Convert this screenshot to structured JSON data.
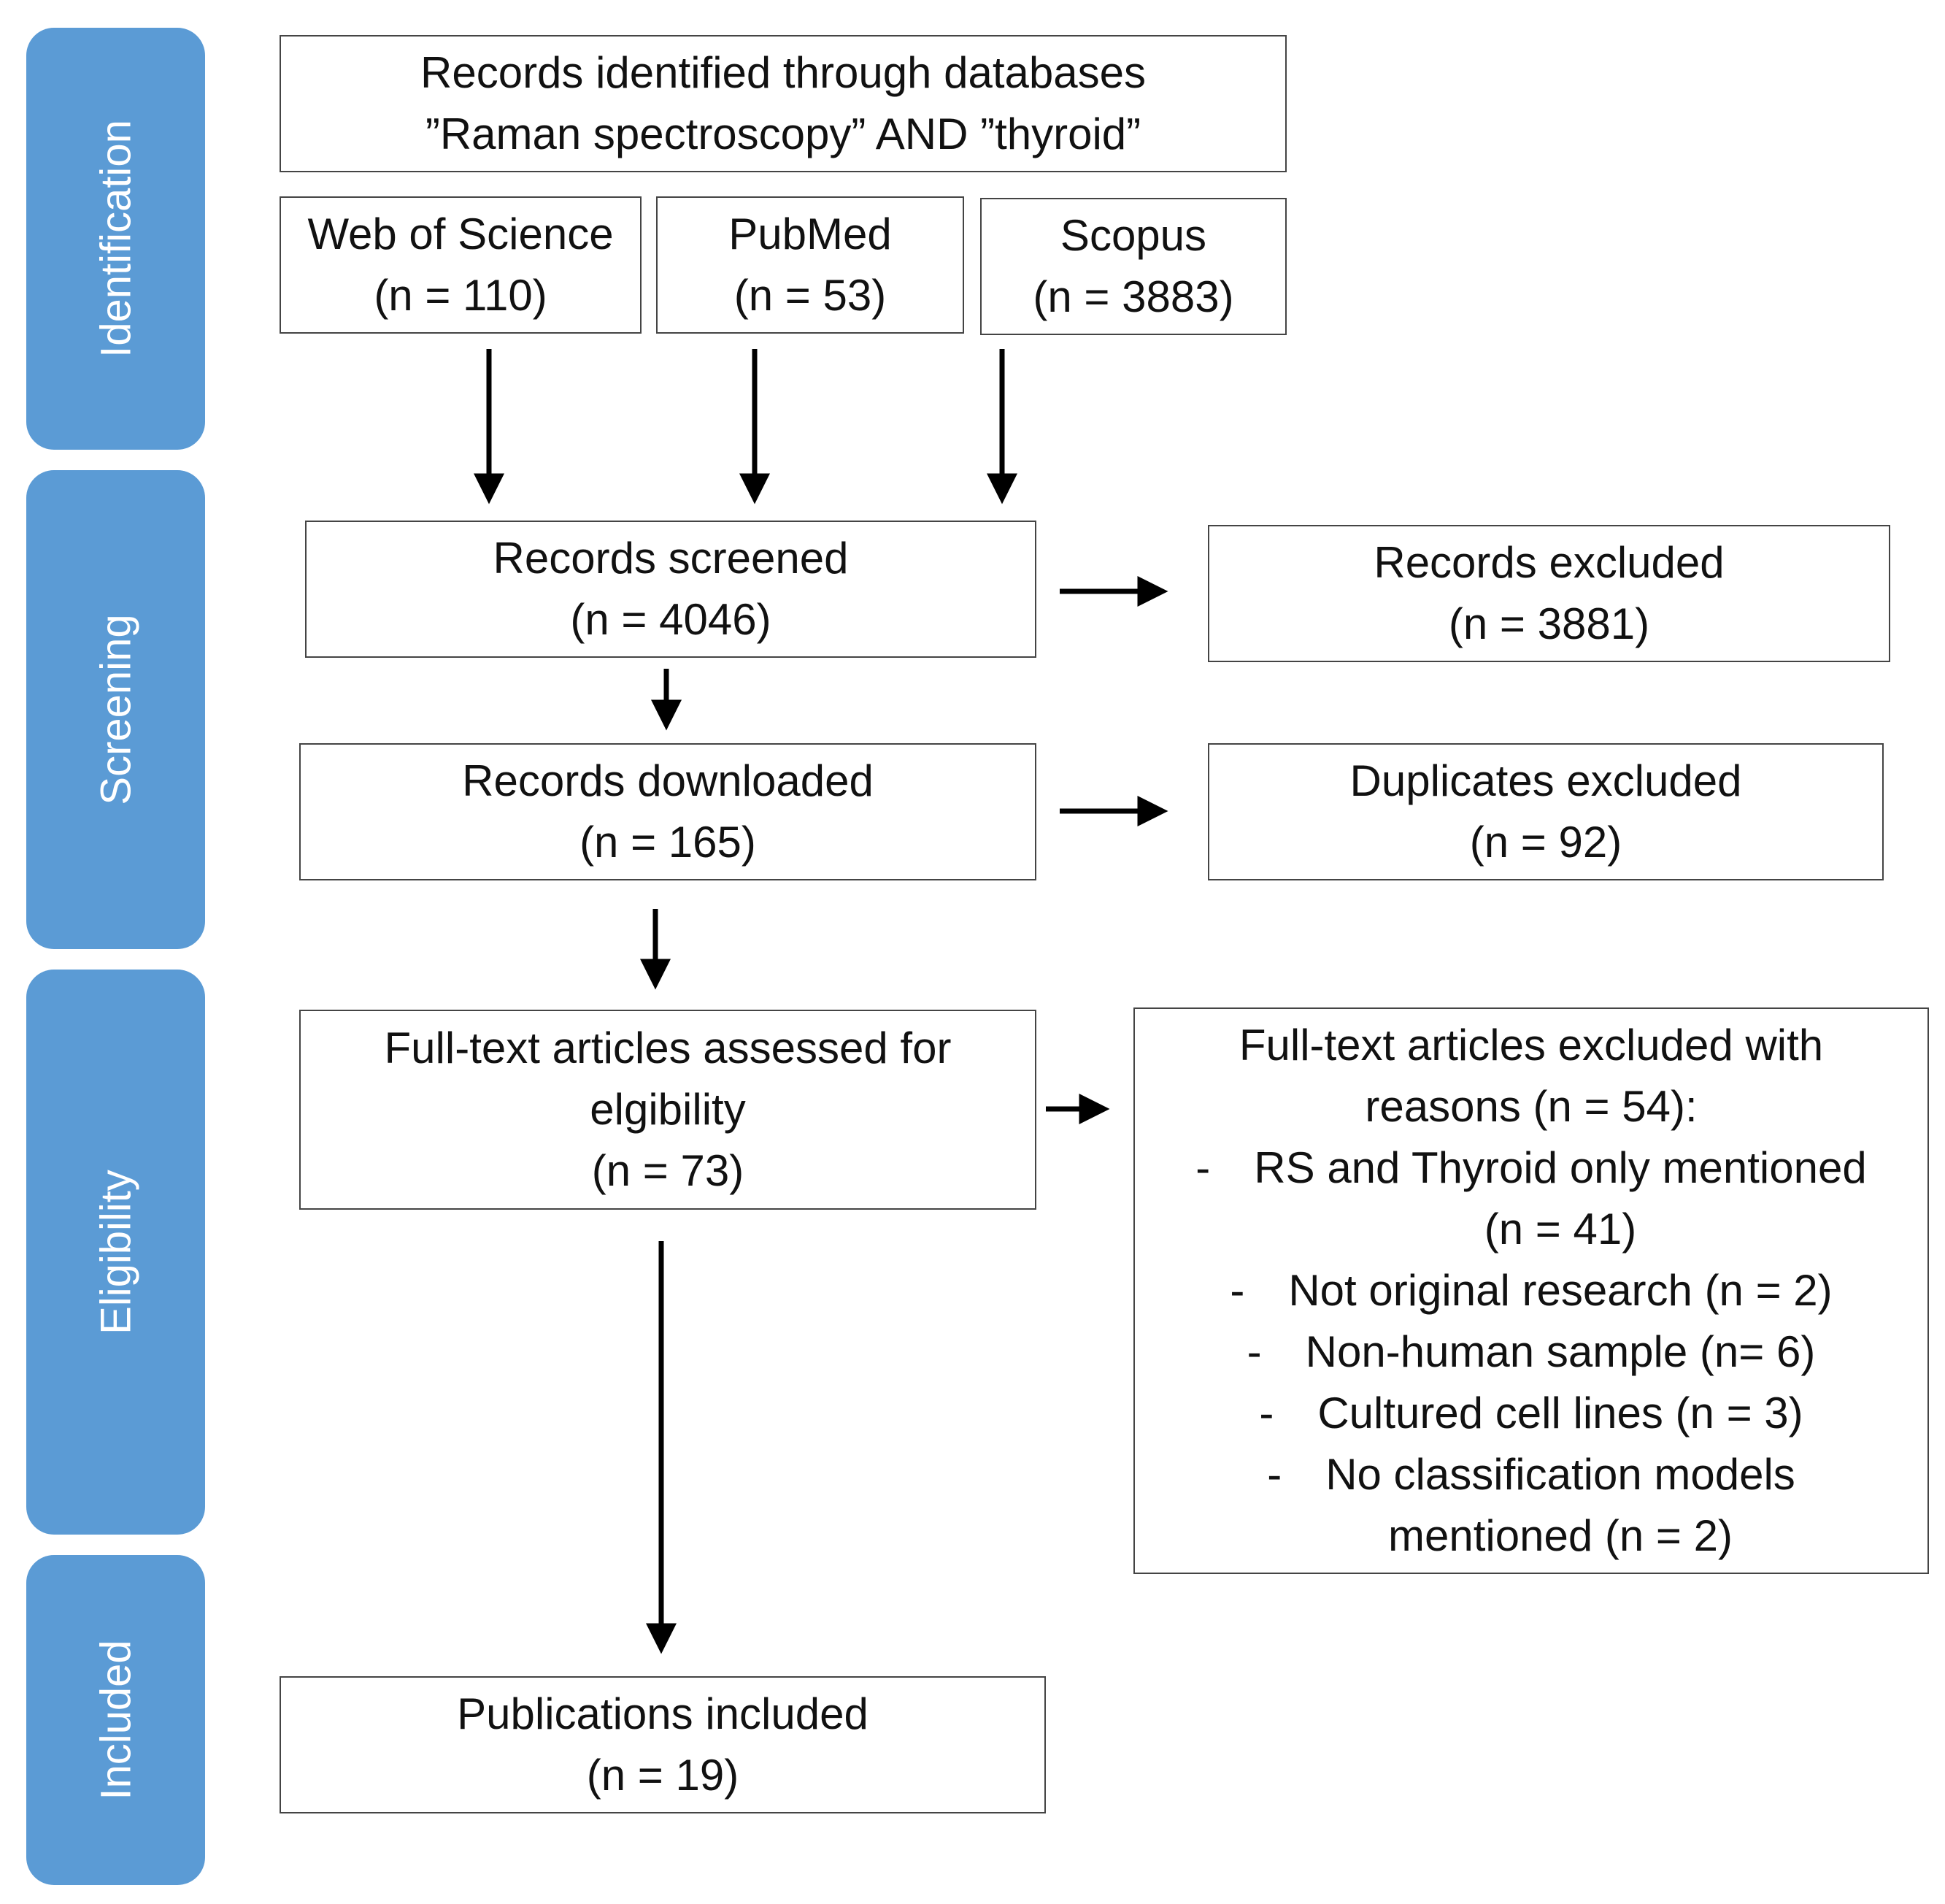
{
  "phases": {
    "identification": "Identification",
    "screening": "Screening",
    "eligibility": "Eligibility",
    "included": "Included"
  },
  "identified": {
    "line1": "Records identified through databases",
    "line2": "”Raman spectroscopy” AND ”thyroid”"
  },
  "sources": [
    {
      "name": "Web of Science",
      "count": "(n = 110)"
    },
    {
      "name": "PubMed",
      "count": "(n = 53)"
    },
    {
      "name": "Scopus",
      "count": "(n = 3883)"
    }
  ],
  "screened": {
    "title": "Records screened",
    "count": "(n = 4046)"
  },
  "excluded": {
    "title": "Records excluded",
    "count": "(n = 3881)"
  },
  "downloaded": {
    "title": "Records downloaded",
    "count": "(n = 165)"
  },
  "duplicates": {
    "title": "Duplicates excluded",
    "count": "(n = 92)"
  },
  "assessed": {
    "line1": "Full-text articles assessed for",
    "line2": "elgibility",
    "count": "(n = 73)"
  },
  "fulltext_excluded": {
    "line1": "Full-text articles excluded with",
    "line2": "reasons (n = 54):",
    "reasons": [
      {
        "dash": "-",
        "text": "RS and Thyroid only mentioned",
        "cont": "(n = 41)"
      },
      {
        "dash": "-",
        "text": "Not original research (n = 2)"
      },
      {
        "dash": "-",
        "text": "Non-human sample (n= 6)"
      },
      {
        "dash": "-",
        "text": "Cultured cell lines (n = 3)"
      },
      {
        "dash": "-",
        "text": "No classification models",
        "cont": "mentioned (n = 2)"
      }
    ]
  },
  "included": {
    "title": "Publications included",
    "count": "(n = 19)"
  },
  "colors": {
    "phase": "#5b9bd5",
    "box_border": "#444444",
    "arrow": "#000000"
  }
}
